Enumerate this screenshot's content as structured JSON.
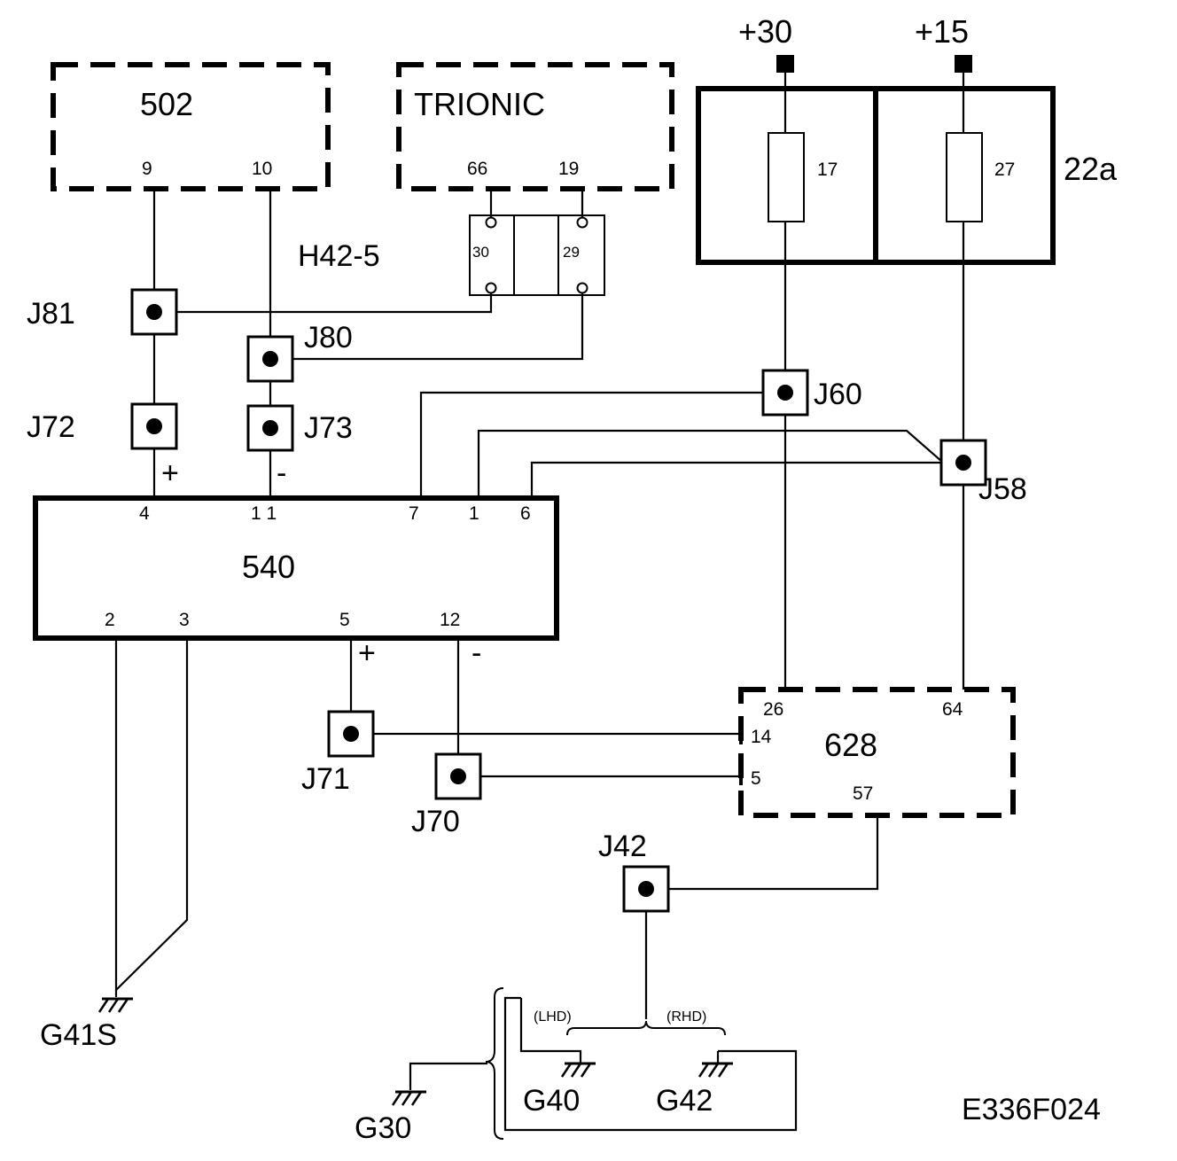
{
  "diagram_id": "E336F024",
  "supply": {
    "plus30": "+30",
    "plus15": "+15"
  },
  "units": {
    "u502": {
      "name": "502",
      "pins": [
        "9",
        "10"
      ]
    },
    "trionic": {
      "name": "TRIONIC",
      "pins": [
        "66",
        "19"
      ]
    },
    "fusebox": {
      "name": "22a",
      "fuses": [
        "17",
        "27"
      ]
    },
    "connector": {
      "name": "H42-5",
      "pins": [
        "30",
        "29"
      ]
    },
    "u540": {
      "name": "540",
      "top_pins": [
        "4",
        "1 1",
        "7",
        "1",
        "6"
      ],
      "bottom_pins": [
        "2",
        "3",
        "5",
        "12"
      ]
    },
    "u628": {
      "name": "628",
      "pins": [
        "26",
        "64",
        "14",
        "5",
        "57"
      ]
    }
  },
  "junctions": [
    "J81",
    "J80",
    "J72",
    "J73",
    "J60",
    "J58",
    "J71",
    "J70",
    "J42"
  ],
  "polarity": {
    "plus": "+",
    "minus": "-"
  },
  "grounds": [
    "G41S",
    "G40",
    "G42",
    "G30"
  ],
  "variants": {
    "lhd": "(LHD)",
    "rhd": "(RHD)"
  }
}
